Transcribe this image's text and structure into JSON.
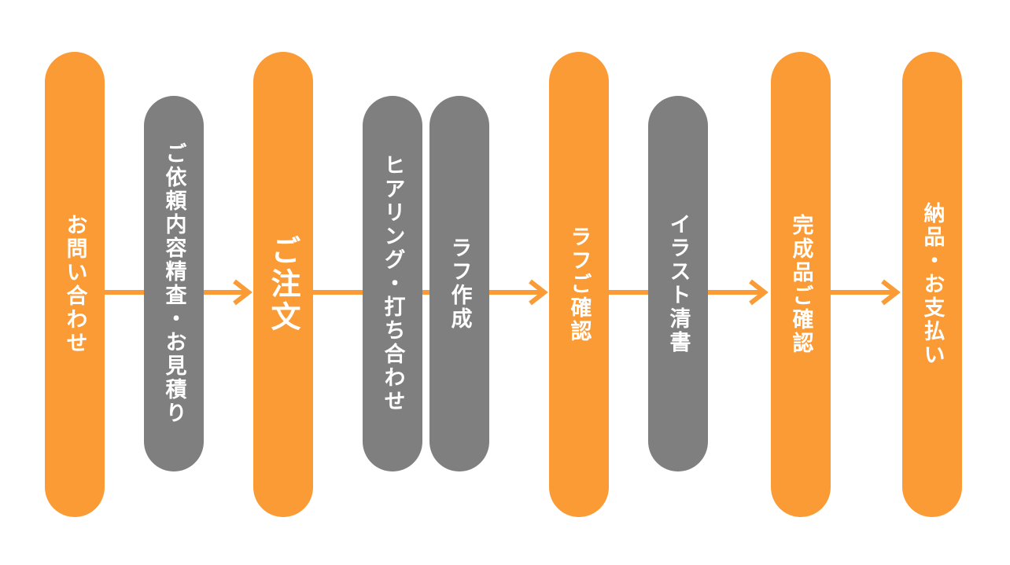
{
  "colors": {
    "accent": "#fa9b35",
    "muted": "#7f7f7f",
    "label": "#ffffff",
    "background": "#ffffff"
  },
  "steps": [
    {
      "label": "お問い合わせ",
      "kind": "main"
    },
    {
      "label": "ご依頼内容精査・お見積り",
      "kind": "sub"
    },
    {
      "label": "ご注文",
      "kind": "main"
    },
    {
      "label": "ヒアリング・打ち合わせ",
      "kind": "sub"
    },
    {
      "label": "ラフ作成",
      "kind": "sub"
    },
    {
      "label": "ラフご確認",
      "kind": "main"
    },
    {
      "label": "イラスト清書",
      "kind": "sub"
    },
    {
      "label": "完成品ご確認",
      "kind": "main"
    },
    {
      "label": "納品・お支払い",
      "kind": "main"
    }
  ]
}
